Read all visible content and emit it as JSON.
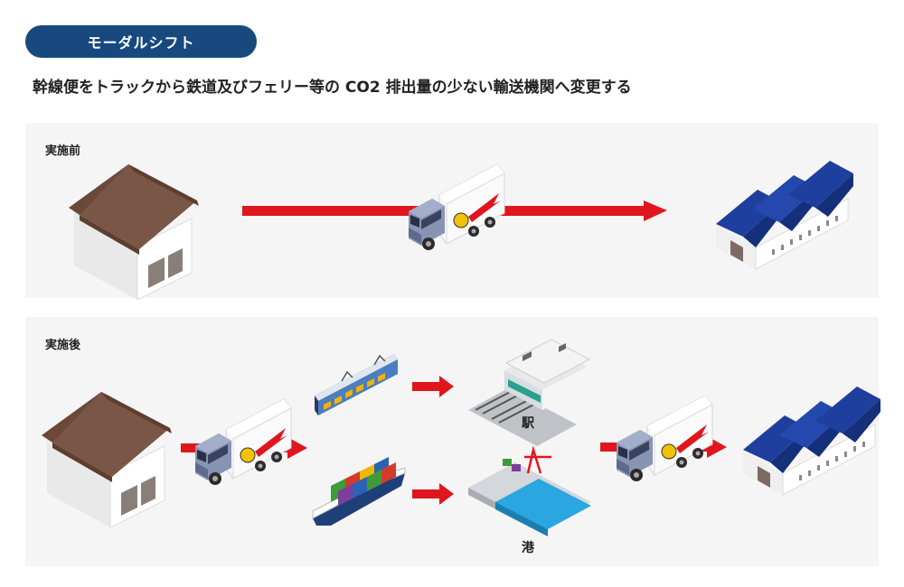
{
  "badge": {
    "label": "モーダルシフト"
  },
  "subtitle": "幹線便をトラックから鉄道及びフェリー等の CO2 排出量の少ない輸送機関へ変更する",
  "before": {
    "label": "実施前"
  },
  "after": {
    "label": "実施後",
    "station_label": "駅",
    "port_label": "港"
  },
  "colors": {
    "badge_bg": "#17497f",
    "arrow": "#e0161e",
    "panel_bg": "#f5f5f5",
    "roof_brown": "#7a5646",
    "roof_blue": "#1e3f9e"
  },
  "icons": [
    "warehouse-icon",
    "truck-icon",
    "factory-icon",
    "train-icon",
    "station-icon",
    "ship-icon",
    "port-icon",
    "arrow-icon"
  ]
}
